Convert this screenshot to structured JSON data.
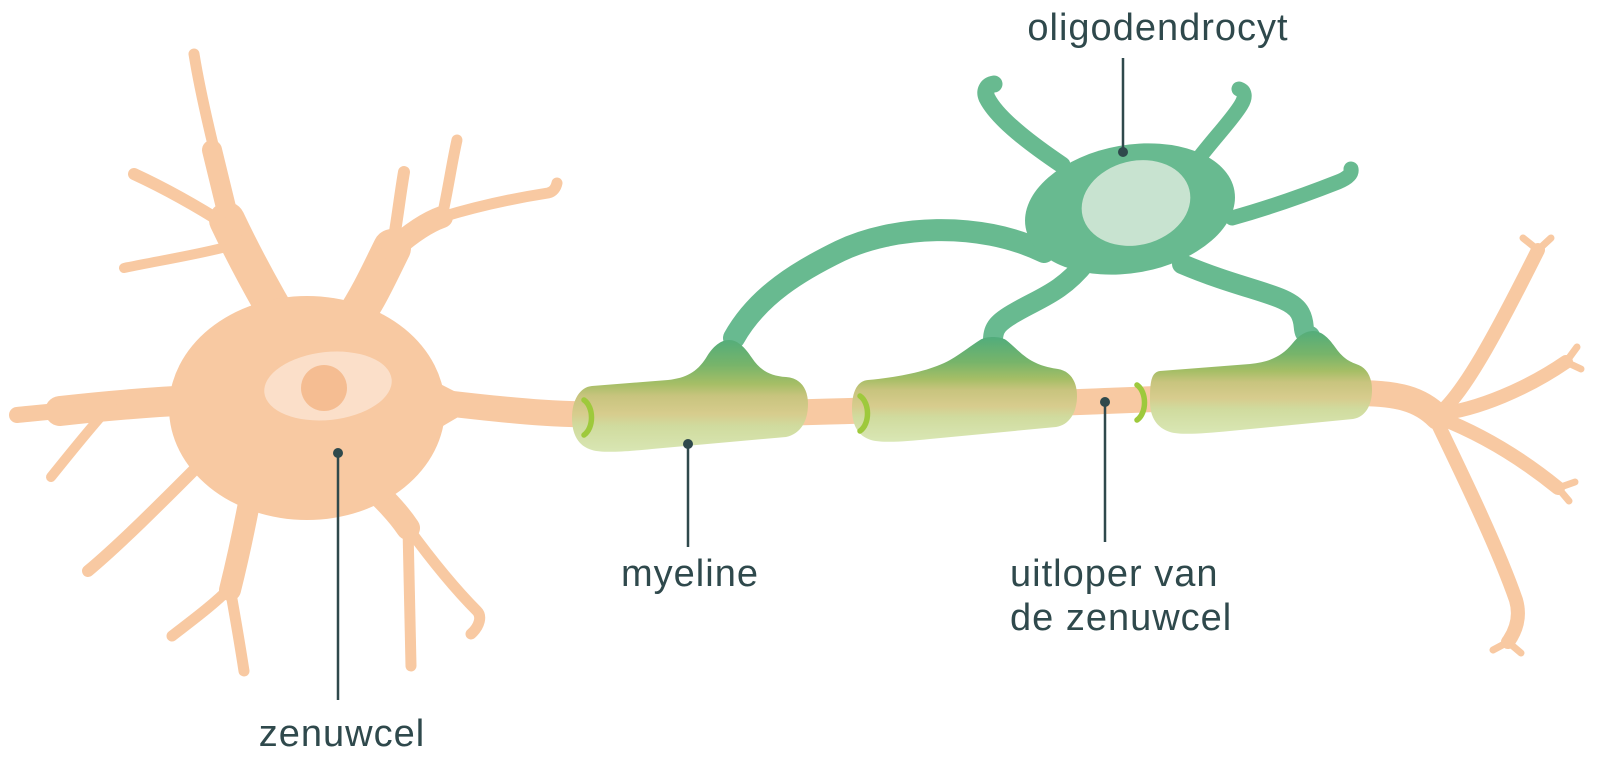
{
  "figure": {
    "type": "anatomy-diagram",
    "language": "nl",
    "labels": {
      "oligodendrocyt": "oligodendrocyt",
      "myeline": "myeline",
      "uitloper_van_line1": "uitloper van",
      "uitloper_van_line2": "de zenuwcel",
      "zenuwcel": "zenuwcel"
    },
    "colors": {
      "background": "#FFFFFF",
      "neuron_body": "#F8C9A2",
      "neuron_nucleus": "#FBDFC9",
      "neuron_nucleolus": "#F5BD92",
      "oligodendrocyte_body": "#68BA90",
      "oligodendrocyte_nucleus": "#C8E3D0",
      "myelin_top_green": "#4FAC7D",
      "myelin_mid_tan": "#D7CC8D",
      "myelin_bottom_pale": "#DAE8B7",
      "myelin_cuff_lime": "#9EC93C",
      "label_text": "#2F494C"
    }
  }
}
